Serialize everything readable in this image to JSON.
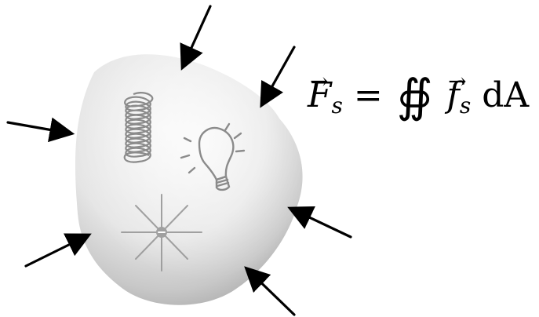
{
  "diagram": {
    "background": "#ffffff",
    "body_colors": {
      "highlight": "#f4f4f4",
      "mid": "#e1e1e1",
      "shade": "#b4b4b4",
      "edge": "#a2a2a2"
    },
    "arrow_color": "#000000",
    "icon_color": "#8b8b8b",
    "icons": [
      "spring-icon",
      "light-bulb-icon",
      "starburst-icon"
    ],
    "equation": {
      "lhs": "F",
      "lhs_sub": "s",
      "equals": "=",
      "integral": "∯",
      "integrand": "f",
      "integrand_sub": "s",
      "differential": "dA",
      "arrow": "→"
    },
    "arrow_count": 6
  }
}
